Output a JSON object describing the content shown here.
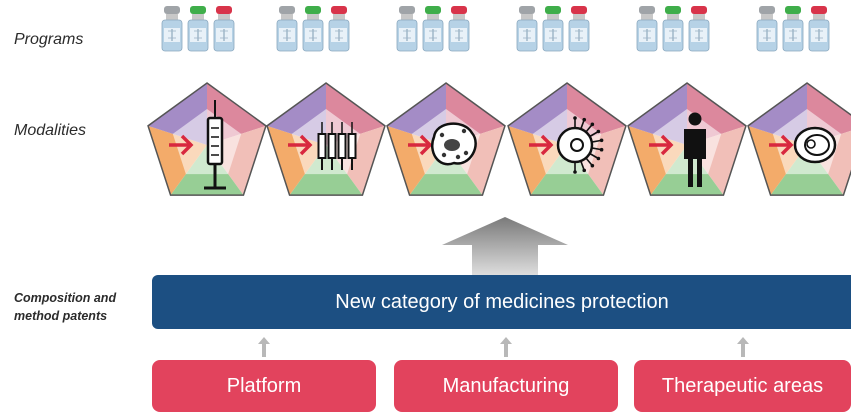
{
  "labels": {
    "programs": "Programs",
    "modalities": "Modalities",
    "patents_line1": "Composition and",
    "patents_line2": "method patents"
  },
  "banner": {
    "text": "New category of medicines protection"
  },
  "pillars": [
    {
      "label": "Platform"
    },
    {
      "label": "Manufacturing"
    },
    {
      "label": "Therapeutic areas"
    }
  ],
  "modalities": [
    {
      "icon": "syringe-icon"
    },
    {
      "icon": "multi-syringe-icon"
    },
    {
      "icon": "cell-icon"
    },
    {
      "icon": "immune-cell-icon"
    },
    {
      "icon": "person-icon"
    },
    {
      "icon": "organelle-icon"
    }
  ],
  "colors": {
    "banner": "#1c4f82",
    "pill": "#e2435d",
    "arrow_red": "#d8283f",
    "vial_cap_gray": "#a0a4a8",
    "vial_cap_green": "#3fae4a",
    "vial_cap_red": "#d8344a",
    "vial_body": "#b6d2e6"
  }
}
